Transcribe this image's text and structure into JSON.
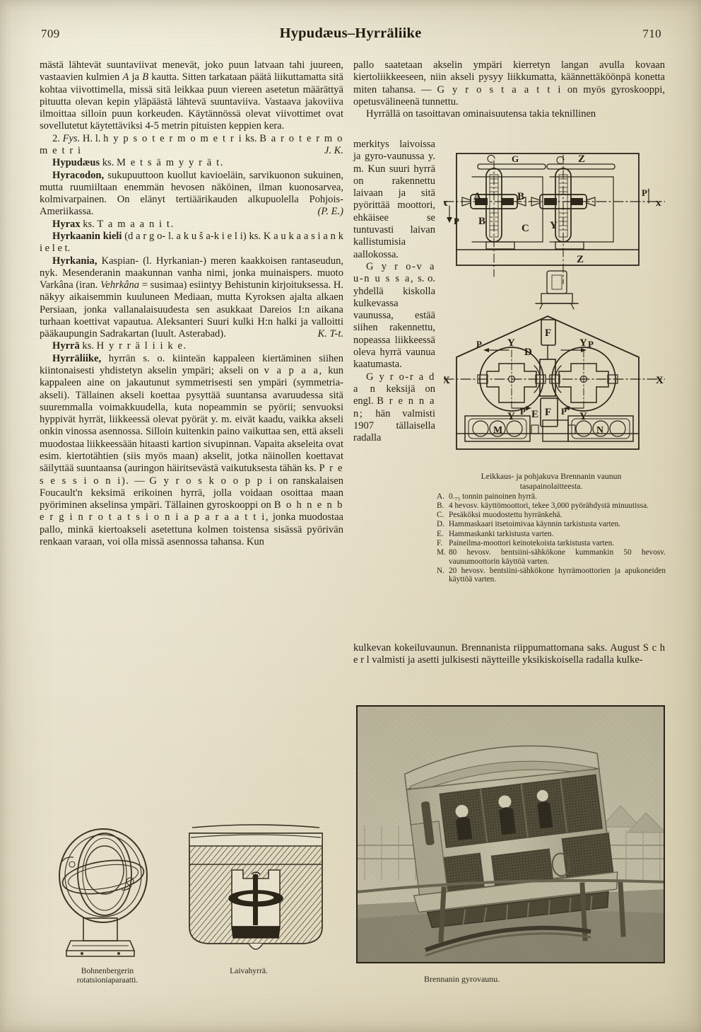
{
  "header": {
    "folio_left": "709",
    "title": "Hypudæus–Hyrräliike",
    "folio_right": "710"
  },
  "left_column": {
    "para_1": "mästä lähtevät suuntaviivat menevät, joko puun latvaan tahi juureen, vastaavien kulmien",
    "para_1_italic_a": "A",
    "para_1_mid": "ja",
    "para_1_italic_b": "B",
    "para_1_rest": "kautta. Sitten tarkataan päätä liikuttamatta sitä kohtaa viivottimella, missä sitä leikkaa puun viereen asetetun määrättyä pituutta olevan kepin yläpäästä lähtevä suuntaviiva. Vastaava jakoviiva ilmoittaa silloin puun korkeuden. Käytännössä olevat viivottimet ovat sovellutetut käytettäviksi 4-5 metrin pituisten keppien kera.",
    "entry_fys_num": "2.",
    "entry_fys_abbr": "Fys.",
    "entry_fys_text": "H. l.",
    "entry_fys_spaced": "h y p s o t e r m o m e t r i",
    "entry_fys_ks": "ks.",
    "entry_fys_ref": "B a r o t e r m o m e t r i",
    "entry_fys_sig": "J. K.",
    "entry_hypudaeus_head": "Hypudæus",
    "entry_hypudaeus_body": "ks.",
    "entry_hypudaeus_ref": "M e t s ä m y y r ä t.",
    "entry_hyracodon_head": "Hyracodon,",
    "entry_hyracodon_body": "sukupuuttoon kuollut kavioeläin, sarvikuonon sukuinen, mutta ruumiiltaan enemmän hevosen näköinen, ilman kuonosarvea, kolmivarpainen. On elänyt tertiäärikauden alkupuolella Pohjois-Ameriikassa.",
    "entry_hyracodon_sig": "(P. E.)",
    "entry_hyrax_head": "Hyrax",
    "entry_hyrax_body": "ks.",
    "entry_hyrax_ref": "T a m a a n i t.",
    "entry_hyrkaanin_head": "Hyrkaanin kieli",
    "entry_hyrkaanin_paren": "(d a r g o-  l.  a k u š a-k i e l i)",
    "entry_hyrkaanin_ks": "ks.",
    "entry_hyrkaanin_ref": "K a u k a a s i a n   k i e l e t.",
    "entry_hyrkania_head": "Hyrkania,",
    "entry_hyrkania_body_1": "Kaspian- (l. Hyrkanian-) meren kaakkoisen rantaseudun, nyk. Mesenderanin maakunnan vanha nimi, jonka muinaispers. muoto Varkâna (iran.",
    "entry_hyrkania_italic": "Vehrkâna",
    "entry_hyrkania_body_2": "= susimaa) esiintyy Behistunin kirjoituksessa. H. näkyy aikaisemmin kuuluneen Mediaan, mutta Kyroksen ajalta alkaen Persiaan, jonka vallanalaisuudesta sen asukkaat Dareios I:n aikana turhaan koettivat vapautua. Aleksanteri Suuri kulki H:n halki ja valloitti pääkaupungin Sadrakartan (luult. Asterabad).",
    "entry_hyrkania_sig": "K. T-t.",
    "entry_hyrra_head": "Hyrrä",
    "entry_hyrra_body": "ks.",
    "entry_hyrra_ref": "H y r r ä l i i k e.",
    "entry_hyrraliike_head": "Hyrräliike,",
    "entry_hyrraliike_body_1": "hyrrän s. o. kiinteän kappaleen kiertäminen siihen kiintonaisesti yhdistetyn akselin ympäri; akseli on",
    "entry_hyrraliike_spaced_1": "v a p a a,",
    "entry_hyrraliike_body_2": "kun kappaleen aine on jakautunut symmetrisesti sen ympäri (symmetria-akseli). Tällainen akseli koettaa pysyttää suuntansa avaruudessa sitä suuremmalla voimakkuudella, kuta nopeammin se pyörii; senvuoksi hyppivät hyrrät, liikkeessä olevat pyörät y. m. eivät kaadu, vaikka akseli onkin vinossa asennossa. Silloin kuitenkin paino vaikuttaa sen, että akseli muodostaa liikkeessään hitaasti kartion sivupinnan. Vapaita akseleita ovat esim. kiertotähtien (siis myös maan) akselit, jotka näinollen koettavat säilyttää suuntaansa (auringon häiritsevästä vaikutuksesta tähän ks.",
    "entry_hyrraliike_spaced_2": "P r e s e s s i o n i).",
    "entry_hyrraliike_dash": "—",
    "entry_hyrraliike_spaced_3": "G y r o s k o o p p i",
    "entry_hyrraliike_body_3": "on ranskalaisen Foucault'n keksimä erikoinen hyrrä, jolla voidaan osoittaa maan pyöriminen akselinsa ympäri. Tällainen gyroskooppi on",
    "entry_hyrraliike_spaced_4": "B o h n e n b e r g i n   r o t a t s i o n i a p a r a a t t i,",
    "entry_hyrraliike_body_4": "jonka muodostaa pallo, minkä kiertoakseli asetettuna kolmen toistensa sisässä pyörivän renkaan varaan, voi olla missä asennossa tahansa. Kun"
  },
  "right_column": {
    "para_top_1": "pallo saatetaan akselin ympäri kierretyn langan avulla kovaan kiertoliikkeeseen, niin akseli pysyy liikkumatta, käännettäköönpä konetta miten tahansa. —",
    "para_top_spaced": "G y r o s t a a t t i",
    "para_top_2": "on myös gyroskooppi, opetusvälineenä tunnettu.",
    "para_top_3": "Hyrrällä on tasoittavan ominaisuutensa takia teknillinen",
    "narrow_1": "merkitys laivoissa ja gyro-vaunussa y. m. Kun suuri hyrrä on rakennettu laivaan ja sitä pyörittää moottori, ehkäisee se tuntuvasti laivan kallistumisia aallokossa.",
    "narrow_spaced_1": "G y r o-v a u-n u s s a,",
    "narrow_2": "s. o. yhdellä kiskolla kulkevassa vaunussa, estää siihen rakennettu, nopeassa liikkeessä oleva hyrrä vaunua kaatumasta.",
    "narrow_spaced_2": "G y r o-r a d a n",
    "narrow_3": "keksijä on engl.",
    "narrow_spaced_3": "B r e n n a n;",
    "narrow_4": "hän valmisti 1907 tällaisella radalla",
    "para_bottom": "kulkevan kokeiluvaunun. Brennanista riippumattomana saks. August S c h e r l valmisti ja asetti julkisesti näytteille yksikiskoisella radalla kulke-"
  },
  "figure_diagram": {
    "labels": [
      "A",
      "B",
      "B",
      "C",
      "Y",
      "Z",
      "Z",
      "G",
      "x",
      "x",
      "P",
      "P'",
      "X",
      "X",
      "Y",
      "Y",
      "Y",
      "Y",
      "P",
      "P",
      "P'",
      "D",
      "E",
      "F",
      "F",
      "M",
      "N",
      "P"
    ],
    "top_view_labels": {
      "a": "A",
      "b1": "B",
      "b2": "B",
      "c": "C",
      "y": "Y",
      "z_top": "Z",
      "z_bottom": "Z",
      "g": "G",
      "x_left": "x",
      "x_right": "x",
      "p_left": "P",
      "p_right": "P'"
    },
    "bottom_view_labels": {
      "x_left": "X",
      "x_right": "X",
      "y_tl": "Y",
      "y_bl": "Y",
      "y_tr": "Y",
      "y_br": "Y",
      "p_tl": "P",
      "p_tr": "P",
      "p_bl": "P'",
      "p_br": "P",
      "d": "D",
      "e": "E",
      "f_top": "F",
      "f_bottom": "F",
      "m": "M",
      "n": "N"
    }
  },
  "legend": {
    "title_line_1": "Leikkaus- ja pohjakuva Brennanin vaunun",
    "title_line_2": "tasapainolaitteesta.",
    "items": [
      {
        "key": "A.",
        "text": "0.₇₅ tonnin painoinen hyrrä."
      },
      {
        "key": "B.",
        "text": "4 hevosv. käyttömoottori, tekee 3,000 pyörähdystä minuutissa."
      },
      {
        "key": "C.",
        "text": "Pesäköksi muodostettu hyrränkehä."
      },
      {
        "key": "D.",
        "text": "Hammaskaari itsetoimivaa käynnin tarkistusta varten."
      },
      {
        "key": "E.",
        "text": "Hammaskanki tarkistusta varten."
      },
      {
        "key": "F.",
        "text": "Paineilma-moottori keinotekoista tarkistusta varten."
      },
      {
        "key": "M.",
        "text": "80 hevosv. bentsiini-sähkökone kummankin 50 hevosv. vaunumoottorin käyttöä varten."
      },
      {
        "key": "N.",
        "text": "20 hevosv. bentsiini-sähkökone hyrrämoottorien ja apukoneiden käyttöä varten."
      }
    ]
  },
  "captions": {
    "bohnenberger_line_1": "Bohnenbergerin",
    "bohnenberger_line_2": "rotatsioniaparaatti.",
    "laivahyrra": "Laivahyrrä.",
    "brennan_photo": "Brennanin gyrovaunu."
  },
  "colors": {
    "paper": "#e9e4cf",
    "ink": "#241e15",
    "photo_dark": "#4a4636",
    "photo_light": "#c9c4ab"
  }
}
